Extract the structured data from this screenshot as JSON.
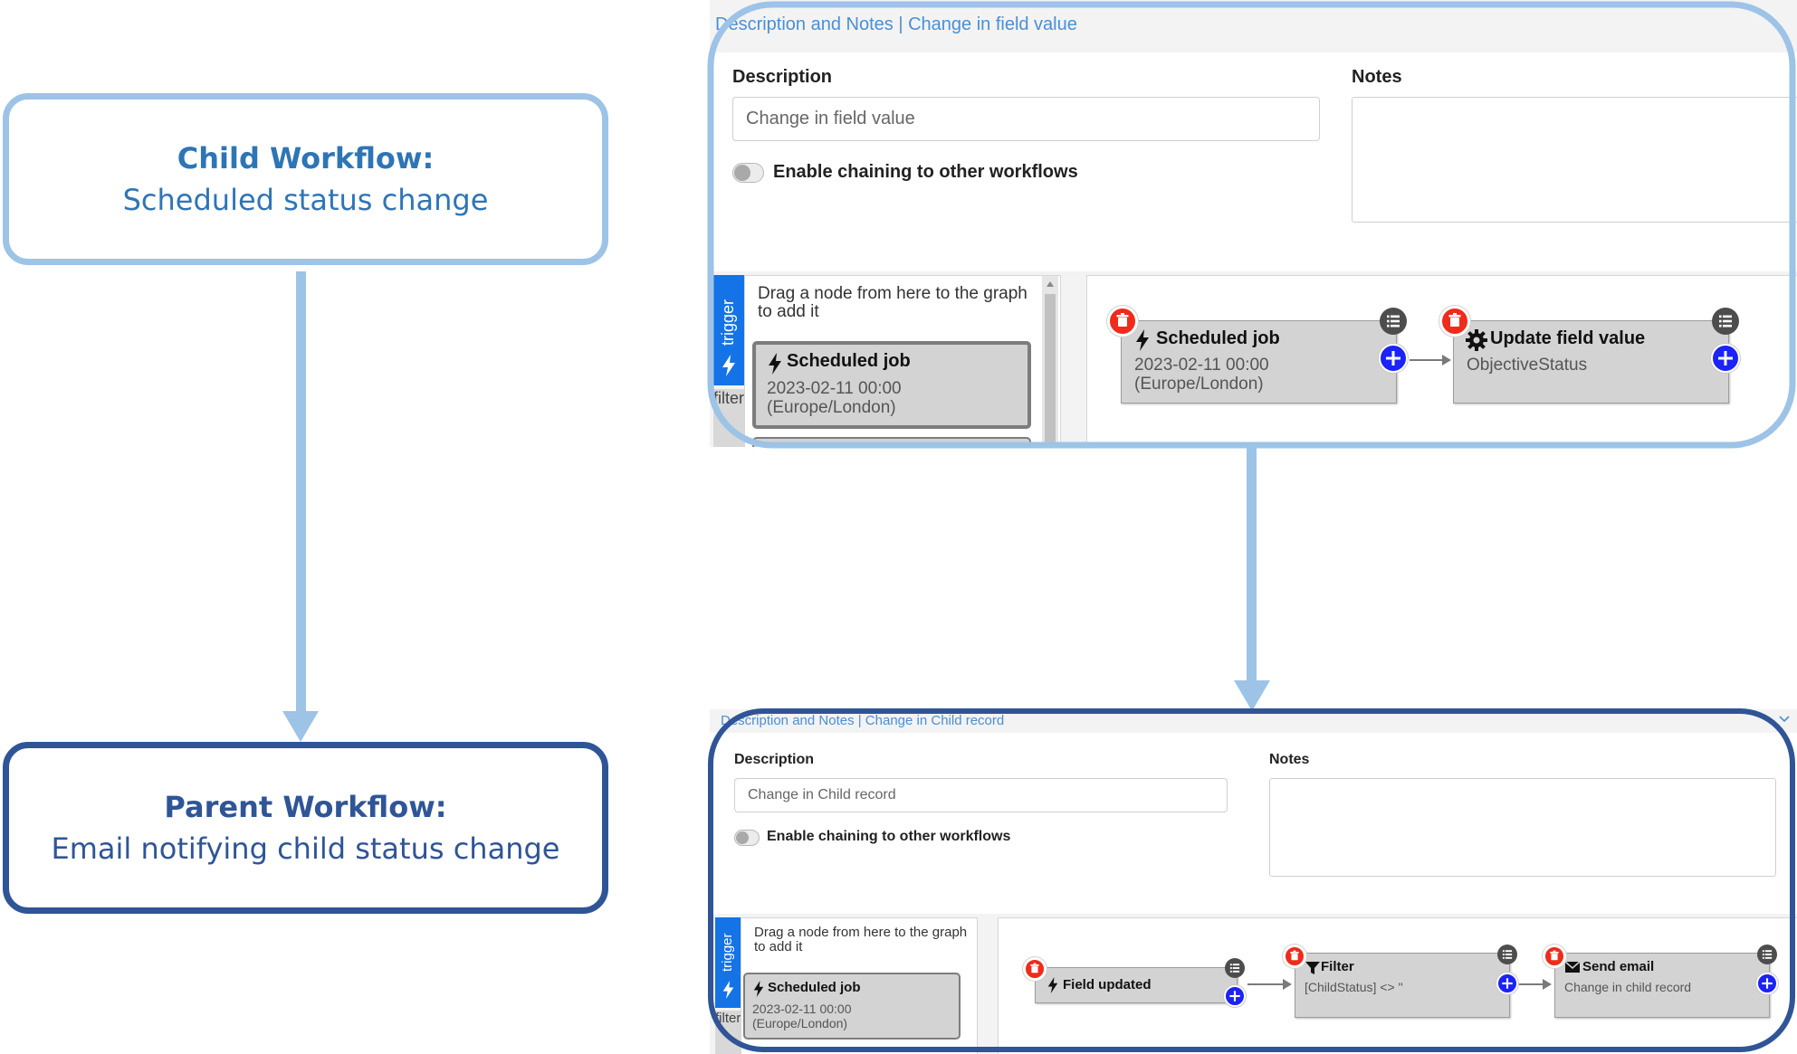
{
  "child_label": {
    "title": "Child Workflow:",
    "subtitle": "Scheduled status change"
  },
  "parent_label": {
    "title": "Parent Workflow:",
    "subtitle": "Email notifying child status change"
  },
  "top_panel": {
    "header": "Description and Notes | Change in field value",
    "description_label": "Description",
    "description_value": "Change in field value",
    "notes_label": "Notes",
    "notes_value": "",
    "chaining_label": "Enable chaining to other workflows",
    "tab_trigger": "trigger",
    "tab_filter": "filter",
    "palette_hint": "Drag a node from here to the graph to add it",
    "palette_node": {
      "title": "Scheduled job",
      "line1": "2023-02-11 00:00",
      "line2": "(Europe/London)"
    },
    "graph_nodes": [
      {
        "title": "Scheduled job",
        "line1": "2023-02-11 00:00",
        "line2": "(Europe/London)",
        "icon": "bolt-icon"
      },
      {
        "title": "Update field value",
        "line1": "ObjectiveStatus",
        "line2": "",
        "icon": "gear-icon"
      }
    ]
  },
  "bottom_panel": {
    "header": "Description and Notes | Change in Child record",
    "description_label": "Description",
    "description_value": "Change in Child record",
    "notes_label": "Notes",
    "notes_value": "",
    "chaining_label": "Enable chaining to other workflows",
    "tab_trigger": "trigger",
    "tab_filter": "filter",
    "palette_hint": "Drag a node from here to the graph to add it",
    "palette_node": {
      "title": "Scheduled job",
      "line1": "2023-02-11 00:00",
      "line2": "(Europe/London)"
    },
    "graph_nodes": [
      {
        "title": "Field updated",
        "line1": "",
        "icon": "bolt-icon"
      },
      {
        "title": "Filter",
        "line1": "[ChildStatus] <> ''",
        "icon": "filter-icon"
      },
      {
        "title": "Send email",
        "line1": "Change in child record",
        "icon": "envelope-icon"
      }
    ]
  },
  "colors": {
    "light_blue": "#9dc3e6",
    "dark_blue": "#2f5597",
    "accent_blue": "#1473e6",
    "delete_red": "#ef2b1b",
    "add_blue": "#1b23f5"
  }
}
